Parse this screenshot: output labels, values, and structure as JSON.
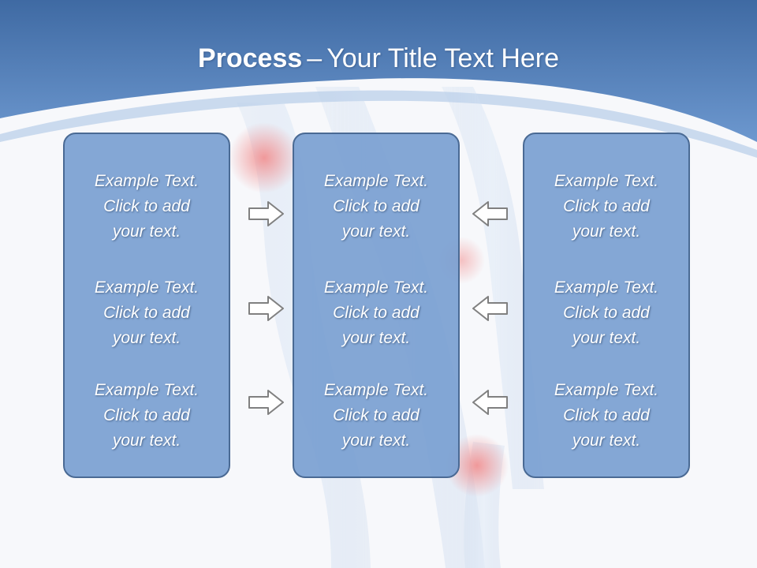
{
  "slide": {
    "title_bold": "Process",
    "title_separator": "–",
    "title_rest": "Your Title Text Here",
    "panels": [
      {
        "blocks": [
          [
            "Example Text.",
            "Click  to add",
            "your text."
          ],
          [
            "Example Text.",
            "Click  to add",
            "your text."
          ],
          [
            "Example Text.",
            "Click  to add",
            "your text."
          ]
        ]
      },
      {
        "blocks": [
          [
            "Example Text.",
            "Click  to add",
            "your text."
          ],
          [
            "Example Text.",
            "Click  to add",
            "your text."
          ],
          [
            "Example Text.",
            "Click  to add",
            "your text."
          ]
        ]
      },
      {
        "blocks": [
          [
            "Example Text.",
            "Click  to add",
            "your text."
          ],
          [
            "Example Text.",
            "Click  to add",
            "your text."
          ],
          [
            "Example Text.",
            "Click  to add",
            "your text."
          ]
        ]
      }
    ],
    "arrows": {
      "left_column": "arrow-right-icon",
      "right_column": "arrow-left-icon"
    },
    "colors": {
      "header_blue": "#4f7fbd",
      "panel_fill": "#7aa0d1",
      "panel_border": "#4a6a94",
      "arrow_stroke": "#808080",
      "joint_highlight": "#f28a8a"
    }
  }
}
